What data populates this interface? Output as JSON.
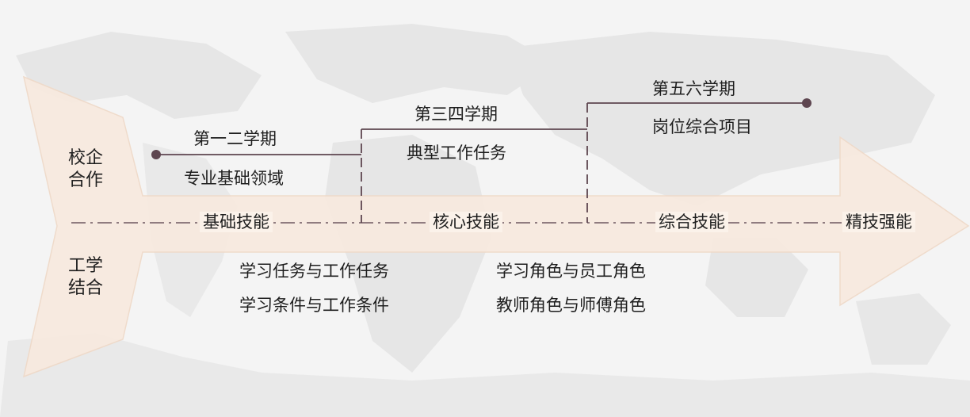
{
  "left_block": {
    "top": [
      "校企",
      "合作"
    ],
    "bottom": [
      "工学",
      "结合"
    ]
  },
  "stages": [
    {
      "term": "第一二学期",
      "content": "专业基础领域",
      "skill": "基础技能"
    },
    {
      "term": "第三四学期",
      "content": "典型工作任务",
      "skill": "核心技能"
    },
    {
      "term": "第五六学期",
      "content": "岗位综合项目",
      "skill": "综合技能"
    }
  ],
  "final_skill": "精技强能",
  "pairs": {
    "col1": [
      "学习任务与工作任务",
      "学习条件与工作条件"
    ],
    "col2": [
      "学习角色与员工角色",
      "教师角色与师傅角色"
    ]
  }
}
